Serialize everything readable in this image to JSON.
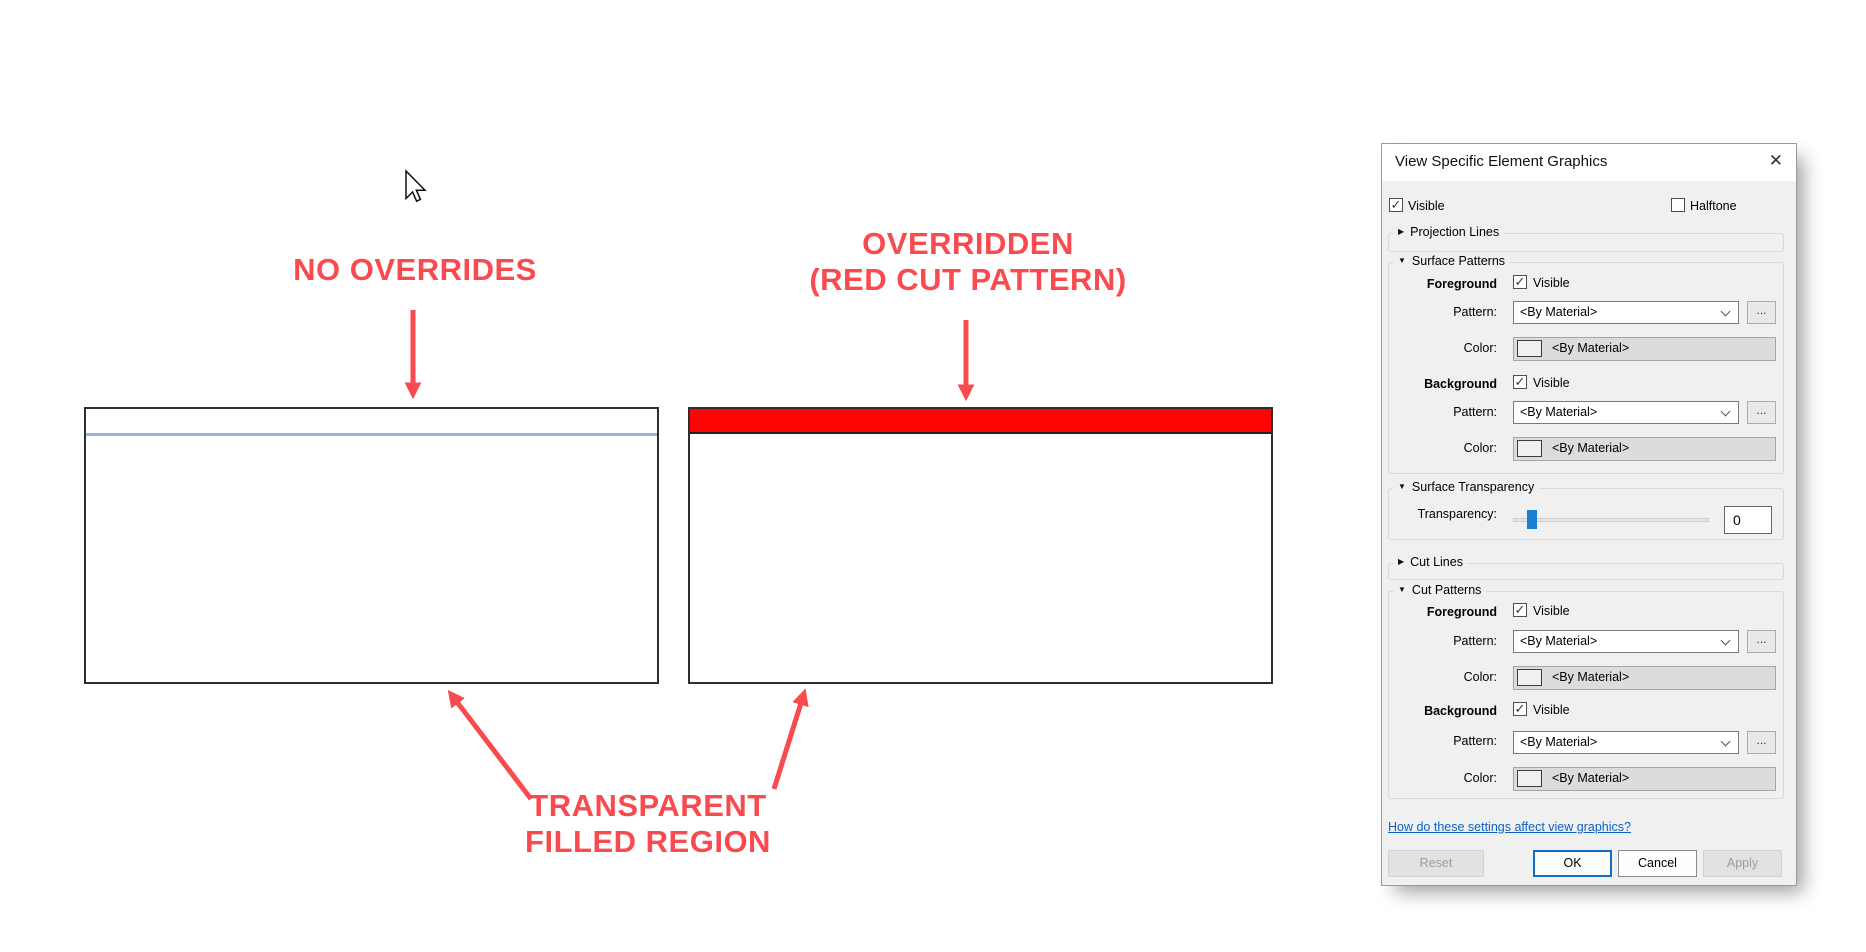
{
  "colors": {
    "annotation_red": "#f94b4f",
    "cut_fill_red": "#fe0505",
    "selection_blue": "#98b1dd",
    "accent_blue": "#0f6fc5",
    "link_blue": "#0b62c5",
    "slider_blue": "#1580d4"
  },
  "icons": {
    "close": "✕",
    "collapsed": "▶",
    "expanded": "▼",
    "check": "✓",
    "more": "..."
  },
  "annotations": {
    "no_overrides": "NO OVERRIDES",
    "overridden": {
      "line1": "OVERRIDDEN",
      "line2": "(RED CUT PATTERN)"
    },
    "transparent": {
      "line1": "TRANSPARENT",
      "line2": "FILLED REGION"
    }
  },
  "dialog": {
    "title": "View Specific Element Graphics",
    "visible": {
      "label": "Visible",
      "checked": true
    },
    "halftone": {
      "label": "Halftone",
      "checked": false
    },
    "projection_lines": {
      "label": "Projection Lines"
    },
    "surface_patterns": {
      "label": "Surface Patterns",
      "foreground": {
        "label": "Foreground",
        "visible_label": "Visible",
        "pattern_label": "Pattern:",
        "pattern_value": "<By Material>",
        "color_label": "Color:",
        "color_value": "<By Material>"
      },
      "background": {
        "label": "Background",
        "visible_label": "Visible",
        "pattern_label": "Pattern:",
        "pattern_value": "<By Material>",
        "color_label": "Color:",
        "color_value": "<By Material>"
      }
    },
    "surface_transparency": {
      "label": "Surface Transparency",
      "field_label": "Transparency:",
      "value": "0"
    },
    "cut_lines": {
      "label": "Cut Lines"
    },
    "cut_patterns": {
      "label": "Cut Patterns",
      "foreground": {
        "label": "Foreground",
        "visible_label": "Visible",
        "pattern_label": "Pattern:",
        "pattern_value": "<By Material>",
        "color_label": "Color:",
        "color_value": "<By Material>"
      },
      "background": {
        "label": "Background",
        "visible_label": "Visible",
        "pattern_label": "Pattern:",
        "pattern_value": "<By Material>",
        "color_label": "Color:",
        "color_value": "<By Material>"
      }
    },
    "help_link": "How do these settings affect view graphics?",
    "buttons": {
      "reset": "Reset",
      "ok": "OK",
      "cancel": "Cancel",
      "apply": "Apply"
    }
  }
}
